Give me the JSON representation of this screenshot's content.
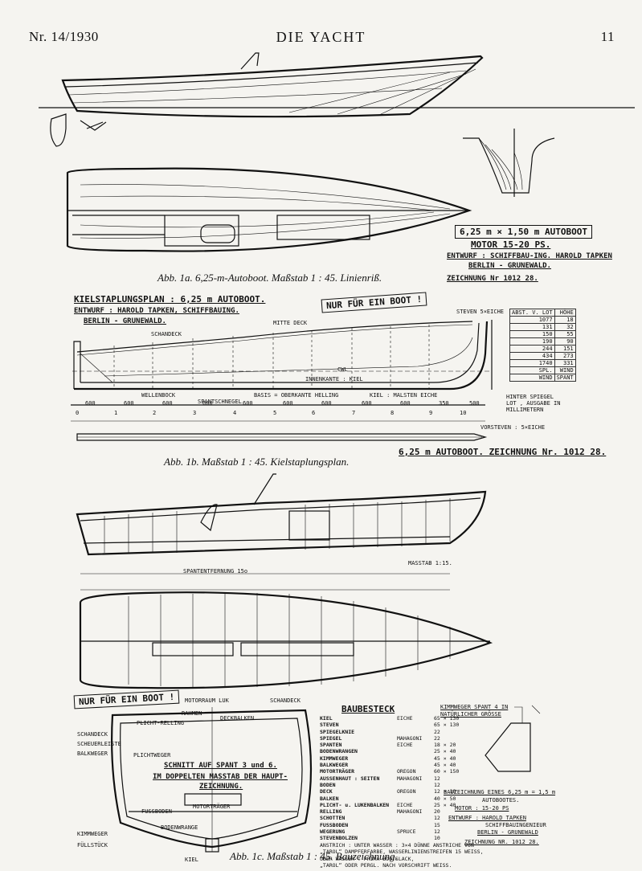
{
  "header": {
    "issue": "Nr. 14/1930",
    "magazine": "DIE YACHT",
    "page": "11"
  },
  "fig1a": {
    "caption": "Abb. 1a. 6,25-m-Autoboot. Maßstab 1 : 45. Linienriß.",
    "title_block": {
      "line1": "6,25 m × 1,50 m   AUTOBOOT",
      "line2": "MOTOR  15-20 PS.",
      "line3": "ENTWURF : SCHIFFBAU-ING. HAROLD TAPKEN",
      "line4": "BERLIN - GRUNEWALD.",
      "line5": "ZEICHNUNG  Nr 1012 28."
    }
  },
  "fig1b": {
    "caption": "Abb. 1b. Maßstab 1 : 45. Kielstaplungsplan.",
    "title": "KIELSTAPLUNGSPLAN : 6,25 m AUTOBOOT.",
    "stamp": "NUR FÜR EIN BOOT !",
    "designer1": "ENTWURF : HAROLD TAPKEN, SCHIFFBAUING.",
    "designer2": "BERLIN - GRUNEWALD.",
    "footer": "6,25 m  AUTOBOOT.   ZEICHNUNG  Nr. 1012 28.",
    "vorsteven": "VORSTEVEN : 5×EICHE",
    "ruler_ticks": [
      "0",
      "1",
      "2",
      "3",
      "4",
      "5",
      "6",
      "7",
      "8",
      "9",
      "10"
    ],
    "ruler_spacing": [
      "600",
      "600",
      "600",
      "600",
      "600",
      "600",
      "600",
      "600",
      "600",
      "350",
      "500"
    ],
    "labels": {
      "mitte_deck": "MITTE DECK",
      "schandeck": "SCHANDECK",
      "cwl": "CWL",
      "innenkante_kiel": "INNENKANTE : KIEL",
      "basis": "BASIS = OBERKANTE HELLING",
      "wellenbock": "WELLENBOCK",
      "spantschnegel": "SPANTSCHNEGEL",
      "kiel_note": "KIEL : MALSTEN   EICHE",
      "stern": "STEVEN 5×EICHE",
      "table_note": "HINTER  SPIEGEL LOT , AUSGABE IN MILLIMETERN"
    },
    "offset_table": {
      "header": [
        "ABST. V. LOT",
        "HÖHE"
      ],
      "rows": [
        [
          "1077",
          "18"
        ],
        [
          "131",
          "32"
        ],
        [
          "150",
          "55"
        ],
        [
          "190",
          "90"
        ],
        [
          "244",
          "151"
        ],
        [
          "434",
          "273"
        ],
        [
          "1740",
          "331"
        ],
        [
          "SPL.",
          "WIND"
        ],
        [
          "WIND",
          "SPANT"
        ]
      ]
    }
  },
  "fig1c": {
    "caption": "Abb. 1c. Maßstab 1 : 45. Bauzeichnung.",
    "masstab": "MASSTAB 1:15.",
    "spantentfernung": "SPANTENTFERNUNG 15o",
    "stamp": "NUR FÜR EIN BOOT !",
    "section_note1": "SCHNITT AUF   SPANT 3 und 6.",
    "section_note2": "IM DOPPELTEN MASSTAB DER HAUPT-",
    "section_note3": "ZEICHNUNG.",
    "section_labels": [
      "SCHANDECK",
      "PLICHT-RELLING",
      "SCHEUERLEISTE",
      "BALKWEGER",
      "KIMMWEGER",
      "FÜLLSTÜCK",
      "KIEL",
      "BODENWRANGE",
      "MOTORTRÄGER",
      "FUSSBODEN",
      "RAHMEN",
      "DECKBALKEN",
      "MOTORRAUM LUK",
      "SCHANDECK",
      "PLICHTWEGER"
    ],
    "bausteck": {
      "title": "BAUBESTECK",
      "rows": [
        [
          "KIEL",
          "EICHE",
          "65 × 130"
        ],
        [
          "STEVEN",
          "",
          "65 × 130"
        ],
        [
          "SPIEGELKNIE",
          "",
          "22"
        ],
        [
          "SPIEGEL",
          "MAHAGONI",
          "22"
        ],
        [
          "SPANTEN",
          "EICHE",
          "18 × 20"
        ],
        [
          "BODENWRANGEN",
          "",
          "25 × 40"
        ],
        [
          "KIMMWEGER",
          "",
          "45 × 40"
        ],
        [
          "BALKWEGER",
          "",
          "45 × 40"
        ],
        [
          "MOTORTRÄGER",
          "OREGON",
          "60 × 150"
        ],
        [
          "AUSSENHAUT : SEITEN",
          "MAHAGONI",
          "12"
        ],
        [
          "BODEN",
          "",
          "12"
        ],
        [
          "DECK",
          "OREGON",
          "12 × 18"
        ],
        [
          "BALKEN",
          "",
          "40 × 50"
        ],
        [
          "PLICHT- u. LUKENBALKEN",
          "EICHE",
          "25 × 40"
        ],
        [
          "RELLING",
          "MAHAGONI",
          "20"
        ],
        [
          "SCHOTTEN",
          "",
          "12"
        ],
        [
          "FUSSBODEN",
          "",
          "15"
        ],
        [
          "WEGERUNG",
          "SPRUCE",
          "12"
        ],
        [
          "STEVENBOLZEN",
          "",
          "10"
        ]
      ],
      "note1": "ANSTRICH : UNTER WASSER : 3×4 DÜNNE ANSTRICHE VON",
      "note2": "„TAROL“ DAMPFERFARBE, WASSERLINIENSTREIFEN 15 WEISS,",
      "note3": "ÜBER WASSER : PRIMA BOOTSLACK,",
      "note4": "„TAROL“ ODER PERGL. NACH VORSCHRIFT WEISS."
    },
    "right_block": {
      "kimmweger": "KIMMWEGER SPANT 4 IN NATÜRLICHER GRÖSSE",
      "line1": "BAUZEICHNUNG EINES 6,25 m = 1,5 m",
      "line2": "AUTOBOOTES.",
      "line3": "MOTOR : 15-20 PS",
      "line4": "ENTWURF : HAROLD TAPKEN",
      "line5": "SCHIFFBAUINGENIEUR",
      "line6": "BERLIN - GRUNEWALD",
      "line7": "ZEICHNUNG NR. 1012 28."
    }
  }
}
